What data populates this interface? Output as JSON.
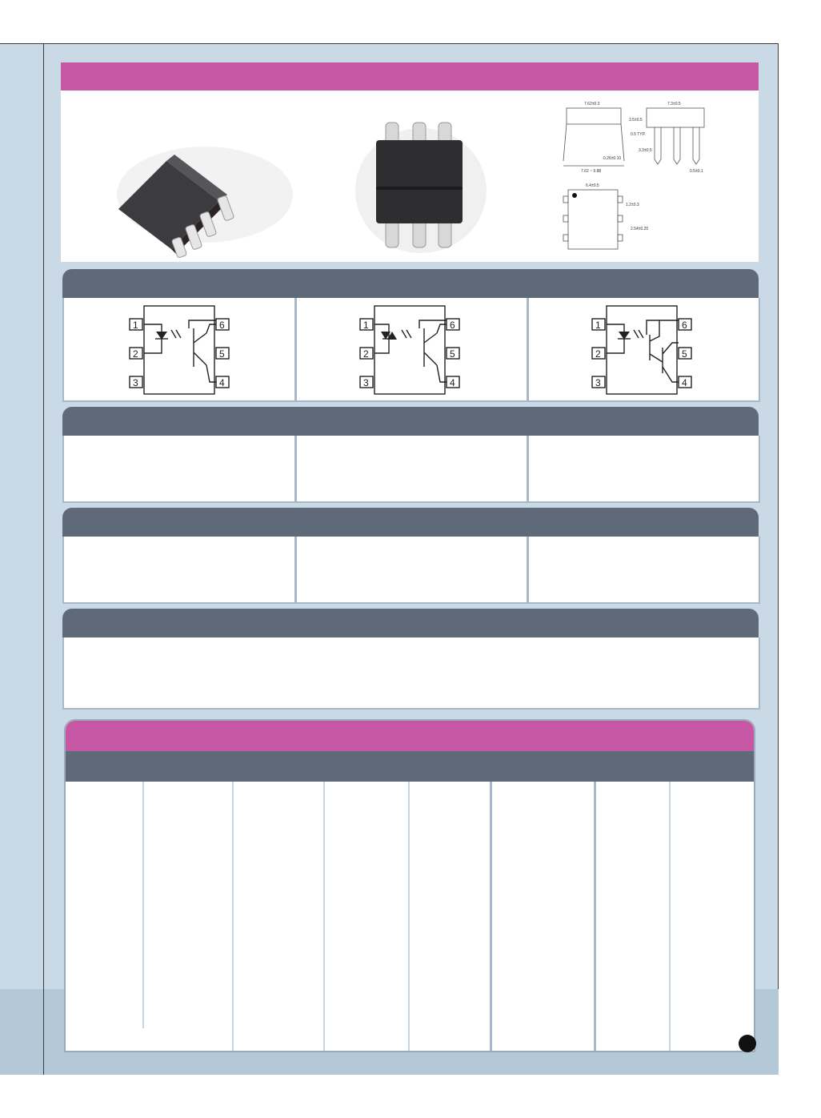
{
  "schematics": {
    "pin_labels": [
      "1",
      "2",
      "3",
      "6",
      "5",
      "4"
    ]
  },
  "drawing": {
    "dim_top_width": "7.62±0.3",
    "dim_side_width": "7.3±0.5",
    "dim_lead_span": "7.62 ~ 9.88",
    "dim_body": "6.4±0.5",
    "dim_pitch": "2.54±0.25",
    "dim_height": "3.5±0.5",
    "dim_lead": "0.5±0.1",
    "dim_seat": "0.26±0.10",
    "dim_typ": "0.5 TYP.",
    "dim_shoulder": "1.2±0.3",
    "dim_lead_height": "3.3±0.5"
  },
  "colors": {
    "accent_magenta": "#c557a5",
    "header_slate": "#5e6a78",
    "background_blue": "#c9d9e5"
  }
}
